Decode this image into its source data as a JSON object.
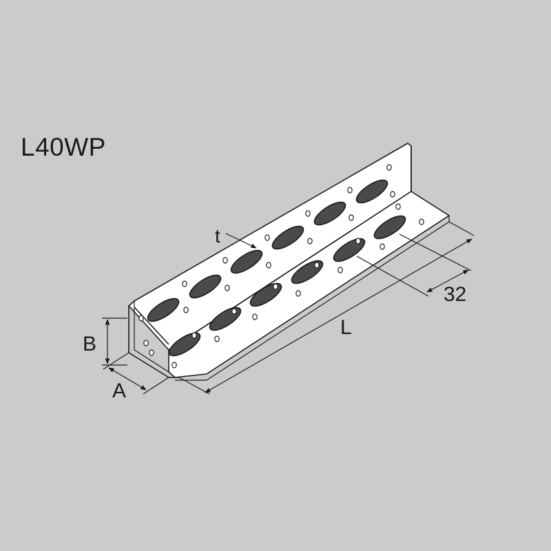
{
  "title": "L40WP",
  "labels": {
    "thickness": "t",
    "pitch": "32",
    "length": "L",
    "height": "B",
    "width": "A"
  },
  "colors": {
    "background": "#cbcbcb",
    "part_fill": "#ffffff",
    "line": "#1a1a1a"
  }
}
